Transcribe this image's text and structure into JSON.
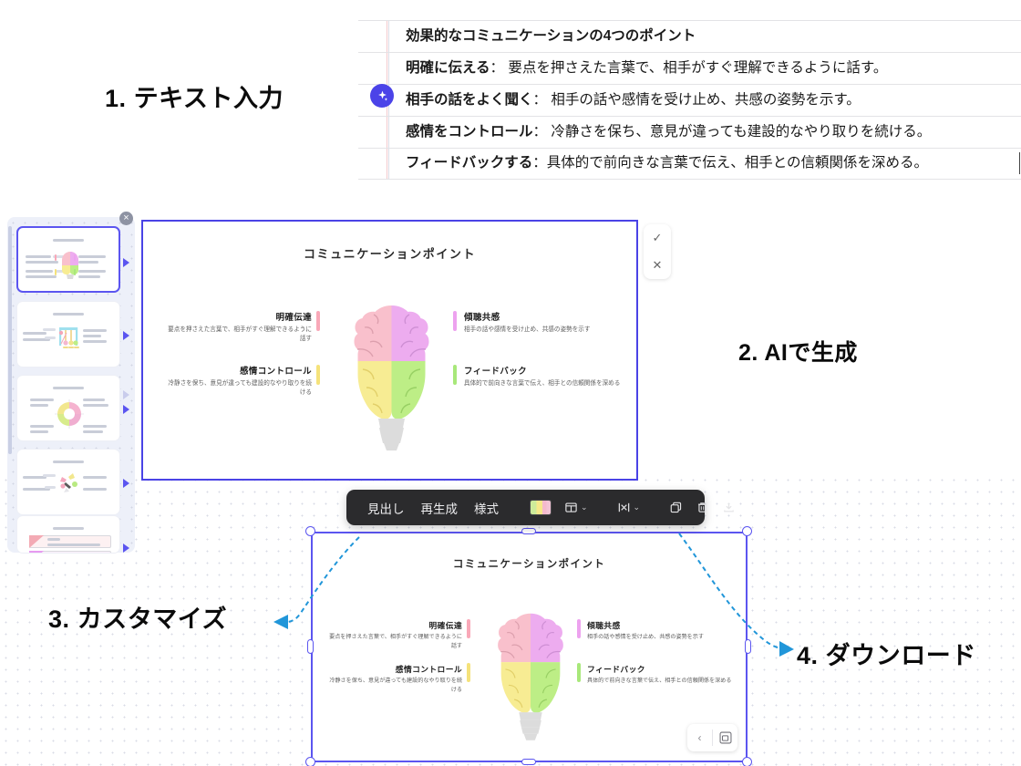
{
  "steps": [
    {
      "id": "step-1",
      "label": "1. テキスト入力"
    },
    {
      "id": "step-2",
      "label": "2. AIで生成"
    },
    {
      "id": "step-3",
      "label": "3. カスタマイズ"
    },
    {
      "id": "step-4",
      "label": "4. ダウンロード"
    }
  ],
  "document": {
    "ai_icon": "sparkle-icon",
    "lines": [
      {
        "bold": "効果的なコミュニケーションの4つのポイント",
        "rest": "",
        "title": true,
        "has_badge": false
      },
      {
        "bold": "明確に伝える",
        "rest": "：  要点を押さえた言葉で、相手がすぐ理解できるように話す。",
        "title": false,
        "has_badge": false
      },
      {
        "bold": "相手の話をよく聞く",
        "rest": "：  相手の話や感情を受け止め、共感の姿勢を示す。",
        "title": false,
        "has_badge": true
      },
      {
        "bold": "感情をコントロール",
        "rest": "：  冷静さを保ち、意見が違っても建設的なやり取りを続ける。",
        "title": false,
        "has_badge": false
      },
      {
        "bold": "フィードバックする",
        "rest": "：具体的で前向きな言葉で伝え、相手との信頼関係を深める。",
        "title": false,
        "has_badge": false
      }
    ]
  },
  "editor": {
    "close_icon": "close-circle-icon",
    "confirm": {
      "accept_icon": "check-icon",
      "reject_icon": "close-icon"
    },
    "thumbnails": [
      {
        "name": "thumbnail-slide-1",
        "selected": true
      },
      {
        "name": "thumbnail-slide-2",
        "selected": false
      },
      {
        "name": "thumbnail-slide-3",
        "selected": false
      },
      {
        "name": "thumbnail-slide-4",
        "selected": false
      },
      {
        "name": "thumbnail-slide-5",
        "selected": false
      }
    ]
  },
  "slide": {
    "title": "コミュニケーションポイント",
    "points": [
      {
        "heading": "明確伝達",
        "body": "要点を押さえた言葉で、相手がすぐ理解できるように話す",
        "color": "#f9a8b8",
        "side": "left"
      },
      {
        "heading": "感情コントロール",
        "body": "冷静さを保ち、意見が違っても建設的なやり取りを続ける",
        "color": "#f5e27a",
        "side": "left"
      },
      {
        "heading": "傾聴共感",
        "body": "相手の話や感情を受け止め、共感の姿勢を示す",
        "color": "#eda2ef",
        "side": "right"
      },
      {
        "heading": "フィードバック",
        "body": "具体的で前向きな言葉で伝え、相手との信頼関係を深める",
        "color": "#a8e87a",
        "side": "right"
      }
    ],
    "graphic": {
      "name": "brain-lightbulb-graphic",
      "quadrants": {
        "top_left": "#f9c0cc",
        "top_right": "#edacef",
        "bottom_left": "#f7ec93",
        "bottom_right": "#bdee86",
        "base": "#dcdcdc"
      }
    }
  },
  "toolbar": {
    "heading_label": "見出し",
    "regenerate_label": "再生成",
    "style_label": "様式",
    "color_swatch": "color-palette-swatch",
    "layout_icon": "layout-icon",
    "spacing_icon": "spacing-icon",
    "copy_icon": "copy-icon",
    "delete_icon": "trash-icon",
    "download_icon": "download-icon",
    "chevron": "⌄"
  },
  "mini_control": {
    "prev_icon": "chevron-left-icon",
    "expand_icon": "fullscreen-icon"
  },
  "colors": {
    "accent_purple": "#5b55f0",
    "ai_badge": "#4b43e8",
    "toolbar_bg": "#2b2b2d",
    "arrow_blue": "#2196d9",
    "canvas_bg": "#edf0f9"
  }
}
